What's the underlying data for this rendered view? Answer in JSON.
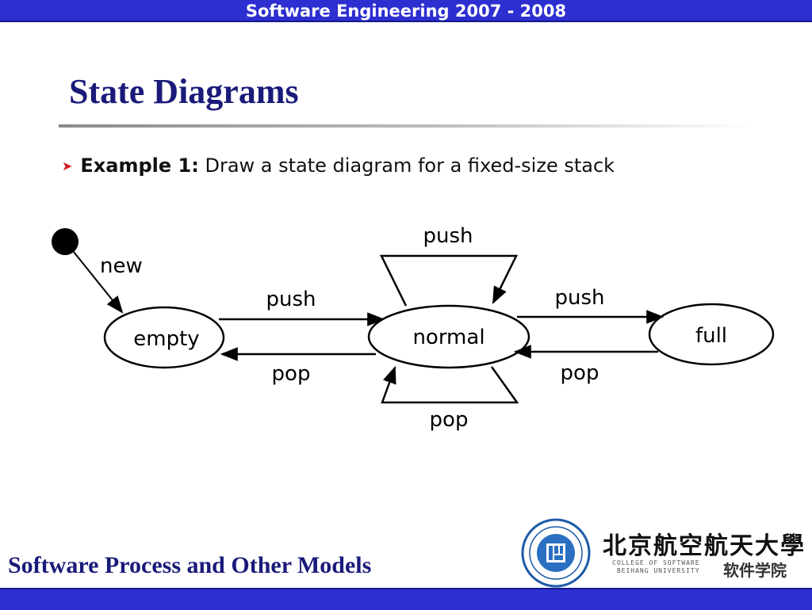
{
  "header": {
    "course": "Software Engineering 2007 - 2008"
  },
  "slide": {
    "title": "State Diagrams",
    "bullet_label": "Example 1:",
    "bullet_text": "Draw a state diagram for a fixed-size stack"
  },
  "diagram": {
    "states": {
      "empty": "empty",
      "normal": "normal",
      "full": "full"
    },
    "transitions": {
      "new": "new",
      "empty_to_normal": "push",
      "normal_to_empty": "pop",
      "normal_self_push": "push",
      "normal_self_pop": "pop",
      "normal_to_full": "push",
      "full_to_normal": "pop"
    }
  },
  "footer": {
    "title": "Software Process and Other Models",
    "logo_cn": "北京航空航天大學",
    "logo_en_1": "COLLEGE OF SOFTWARE",
    "logo_en_2": "BEIHANG UNIVERSITY",
    "logo_cn_2": "软件学院"
  },
  "colors": {
    "bar": "#2d2fd0",
    "title": "#1a1a7a",
    "bullet": "#d11a1a"
  }
}
